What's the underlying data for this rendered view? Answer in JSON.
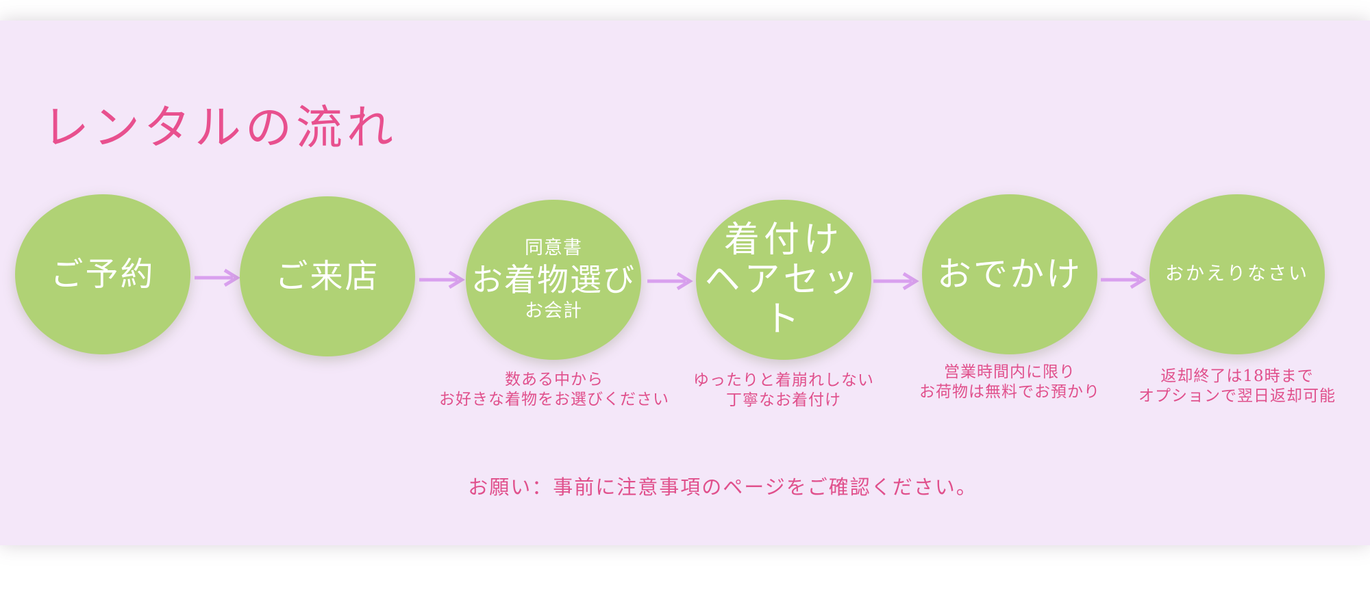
{
  "title": "レンタルの流れ",
  "steps": [
    {
      "label": "ご予約"
    },
    {
      "label": "ご来店"
    },
    {
      "top_label": "同意書",
      "label": "お着物選び",
      "bottom_label": "お会計"
    },
    {
      "label": "着付け\nヘアセット"
    },
    {
      "label": "おでかけ"
    },
    {
      "label": "おかえりなさい"
    }
  ],
  "descriptions": {
    "kimono": "数ある中から\nお好きな着物をお選びください",
    "dressing": "ゆったりと着崩れしない\n丁寧なお着付け",
    "outing": "営業時間内に限り\nお荷物は無料でお預かり",
    "return": "返却終了は18時まで\nオプションで翌日返却可能"
  },
  "notice": "お願い：事前に注意事項のページをご確認ください。",
  "colors": {
    "panel_background": "#f4e7f9",
    "accent_pink": "#e8508e",
    "step_green": "#b0d275",
    "arrow_lilac": "#d9a0ee"
  }
}
